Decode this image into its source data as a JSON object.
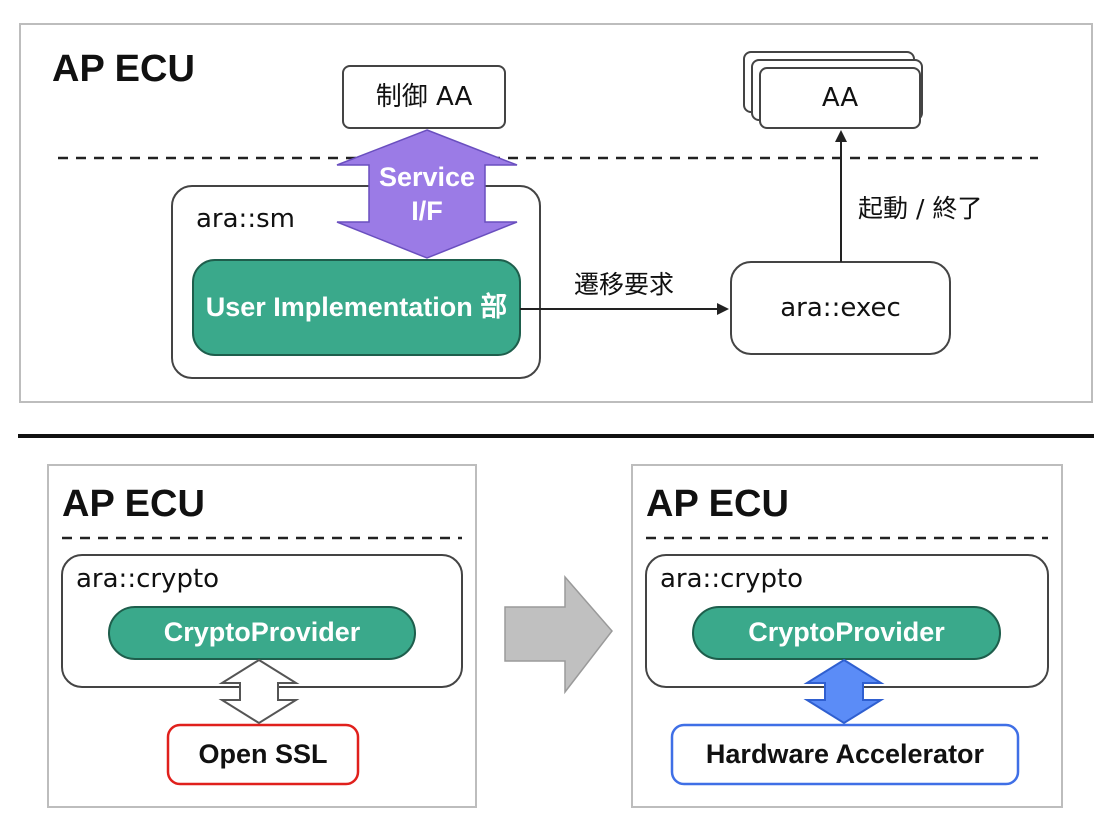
{
  "top_panel": {
    "title": "AP ECU",
    "control_aa_label": "制御 AA",
    "aa_label": "AA",
    "service_if_label": "Service I/F",
    "sm_label": "ara::sm",
    "user_impl_label": "User Implementation 部",
    "exec_label": "ara::exec",
    "transition_request_label": "遷移要求",
    "start_stop_label": "起動 / 終了"
  },
  "bottom_left_panel": {
    "title": "AP ECU",
    "crypto_label": "ara::crypto",
    "provider_label": "CryptoProvider",
    "backend_label": "Open SSL"
  },
  "bottom_right_panel": {
    "title": "AP ECU",
    "crypto_label": "ara::crypto",
    "provider_label": "CryptoProvider",
    "backend_label": "Hardware Accelerator"
  },
  "colors": {
    "provider_green": "#3aa98b",
    "service_purple": "#9b7be6",
    "hw_arrow_blue": "#5b8cf7",
    "openssl_border": "#e0201c",
    "hw_border": "#3f6fe6",
    "big_arrow_gray": "#c0c0c0"
  }
}
